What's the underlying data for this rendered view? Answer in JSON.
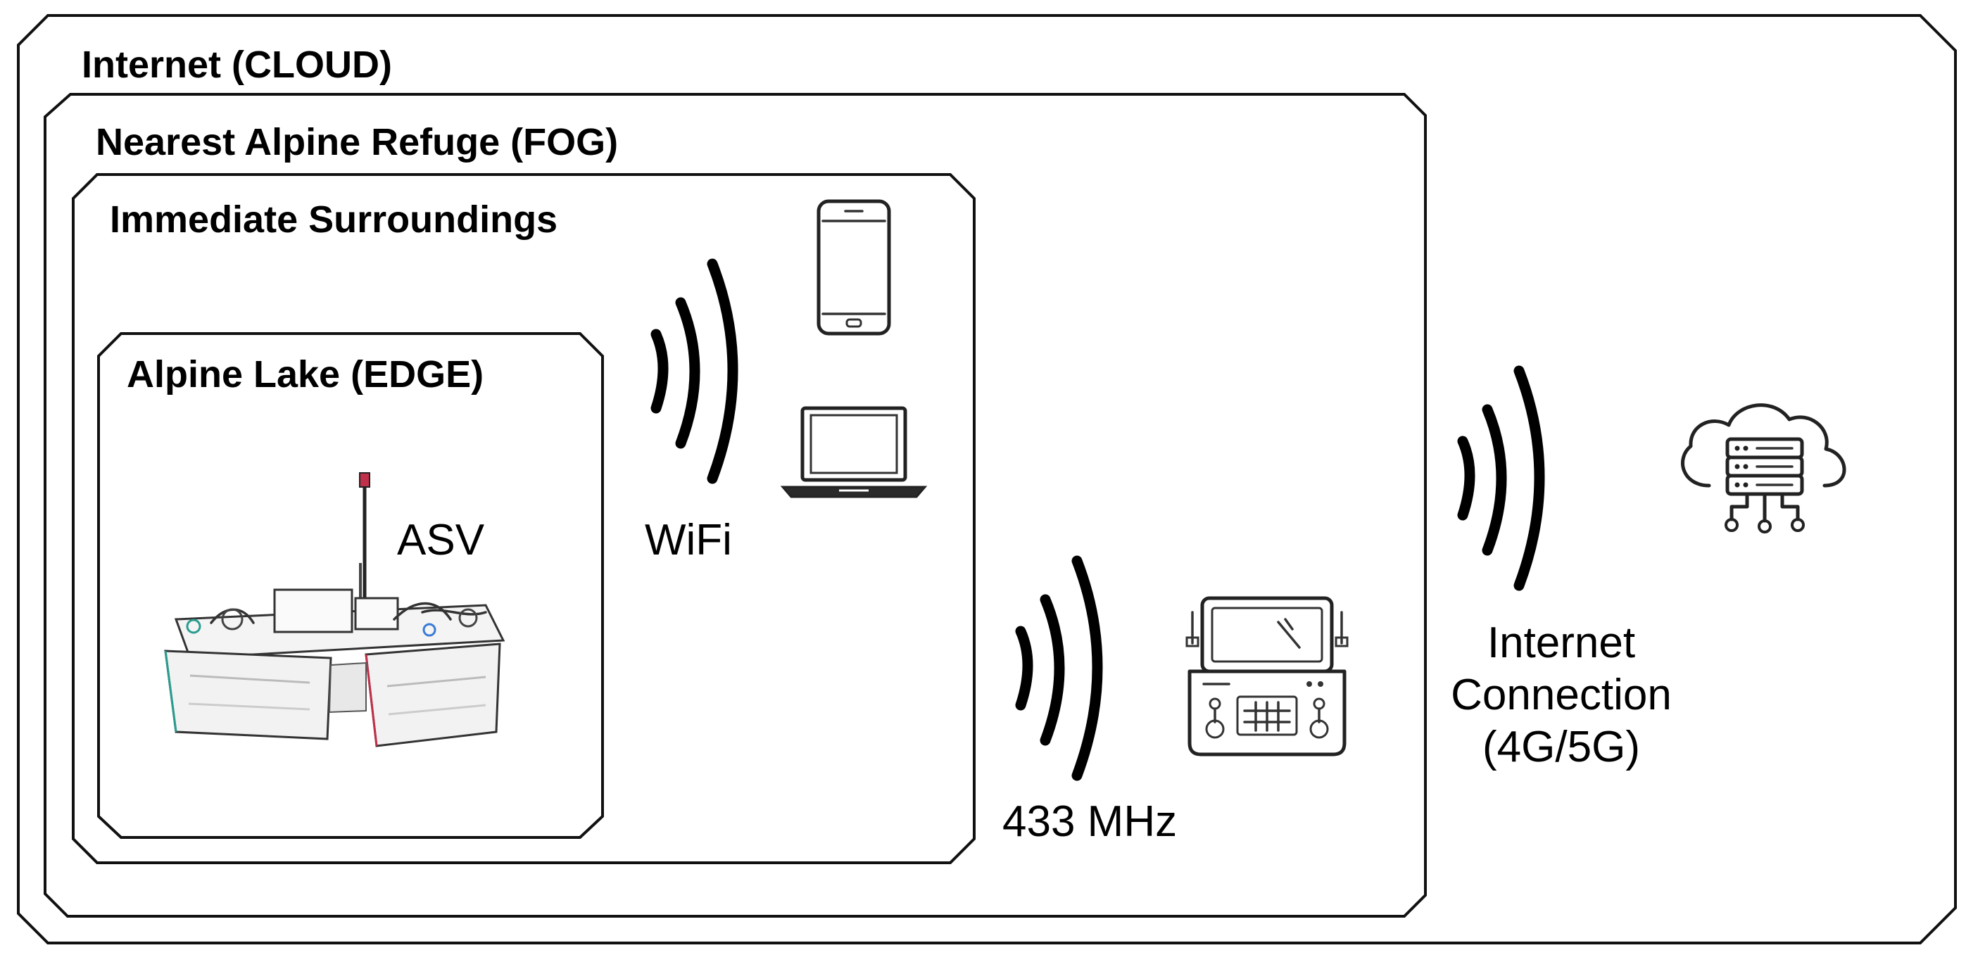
{
  "zones": {
    "cloud": "Internet (CLOUD)",
    "fog": "Nearest Alpine Refuge (FOG)",
    "surroundings": "Immediate Surroundings",
    "edge": "Alpine Lake (EDGE)"
  },
  "labels": {
    "asv": "ASV",
    "wifi": "WiFi",
    "radio": "433 MHz",
    "internet_line1": "Internet",
    "internet_line2": "Connection",
    "internet_line3": "(4G/5G)"
  },
  "icons": {
    "wifi_waves": "wireless-waves-icon",
    "radio_waves": "wireless-waves-icon",
    "internet_waves": "wireless-waves-icon",
    "phone": "smartphone-icon",
    "laptop": "laptop-icon",
    "controller": "radio-controller-icon",
    "cloud": "cloud-server-icon",
    "boat": "asv-boat-illustration"
  },
  "colors": {
    "stroke": "#111111",
    "background": "#ffffff"
  }
}
